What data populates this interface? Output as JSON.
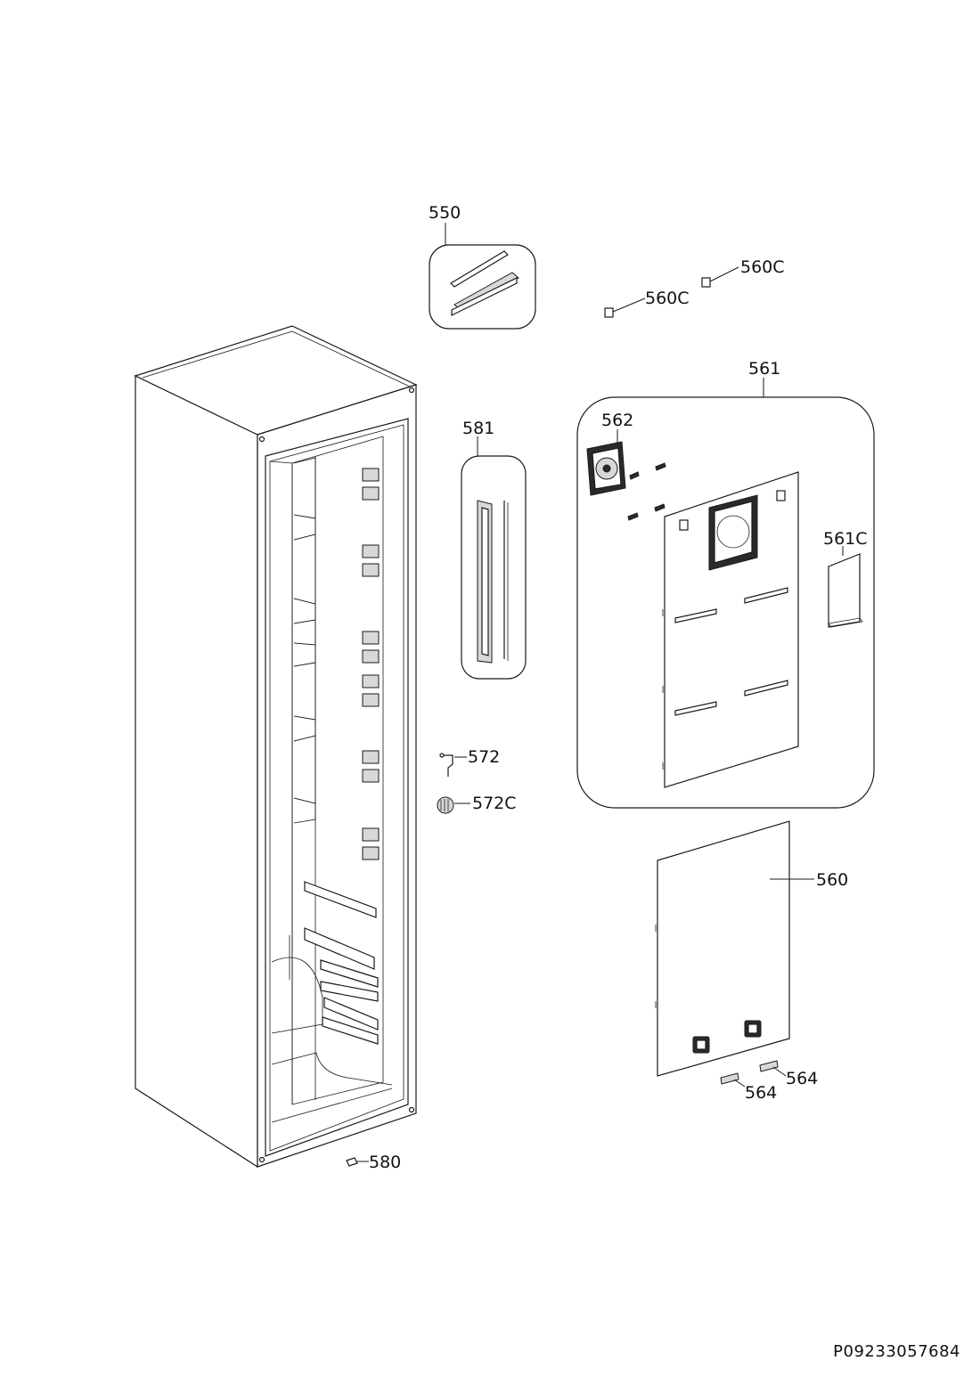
{
  "document_code": "P09233057684",
  "parts": [
    {
      "id": "550",
      "name": "part-550"
    },
    {
      "id": "560C",
      "name": "part-560c-a"
    },
    {
      "id": "560C",
      "name": "part-560c-b"
    },
    {
      "id": "561",
      "name": "part-561"
    },
    {
      "id": "562",
      "name": "part-562"
    },
    {
      "id": "561C",
      "name": "part-561c"
    },
    {
      "id": "581",
      "name": "part-581"
    },
    {
      "id": "572",
      "name": "part-572"
    },
    {
      "id": "572C",
      "name": "part-572c"
    },
    {
      "id": "560",
      "name": "part-560"
    },
    {
      "id": "564",
      "name": "part-564-a"
    },
    {
      "id": "564",
      "name": "part-564-b"
    },
    {
      "id": "580",
      "name": "part-580"
    }
  ]
}
